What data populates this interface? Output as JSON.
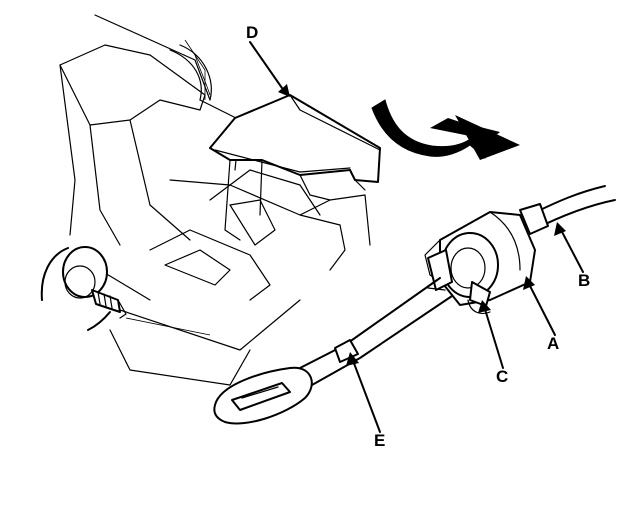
{
  "callouts": {
    "a": "A",
    "b": "B",
    "c": "C",
    "d": "D",
    "e": "E"
  },
  "icons": {
    "rotation_arrow": "curved-rotation-arrow-icon",
    "leader_arrow": "leader-arrow-icon"
  },
  "colors": {
    "line": "#000000",
    "background": "#ffffff"
  }
}
